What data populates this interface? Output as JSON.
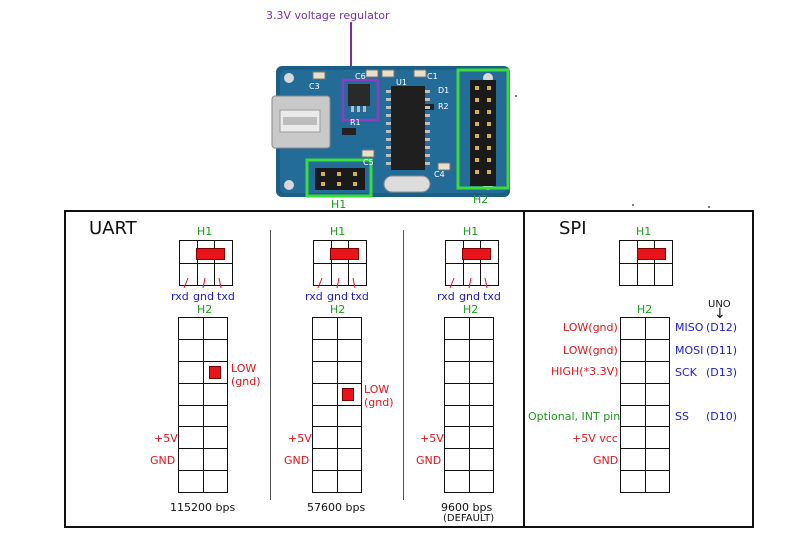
{
  "board": {
    "regulator_label": "3.3V voltage regulator",
    "silk": {
      "c3": "C3",
      "c6": "C6",
      "c1": "C1",
      "u1": "U1",
      "d1": "D1",
      "r2": "R2",
      "c5": "C5",
      "c4": "C4",
      "r1": "R1"
    },
    "h1_label": "H1",
    "h2_label": "H2"
  },
  "uart": {
    "title": "UART",
    "panels": [
      {
        "h1": "H1",
        "pins": [
          "rxd",
          "gnd",
          "txd"
        ],
        "h2": "H2",
        "low": "LOW",
        "gnd_paren": "(gnd)",
        "plus5": "+5V",
        "gnd": "GND",
        "speed": "115200 bps"
      },
      {
        "h1": "H1",
        "pins": [
          "rxd",
          "gnd",
          "txd"
        ],
        "h2": "H2",
        "low": "LOW",
        "gnd_paren": "(gnd)",
        "plus5": "+5V",
        "gnd": "GND",
        "speed": "57600 bps"
      },
      {
        "h1": "H1",
        "pins": [
          "rxd",
          "gnd",
          "txd"
        ],
        "h2": "H2",
        "plus5": "+5V",
        "gnd": "GND",
        "speed": "9600 bps",
        "default": "(DEFAULT)"
      }
    ]
  },
  "spi": {
    "title": "SPI",
    "h1": "H1",
    "h2": "H2",
    "uno": "UNO",
    "uno_arrow": "↓",
    "left": [
      "LOW(gnd)",
      "LOW(gnd)",
      "HIGH(*3.3V)",
      "Optional, INT pin",
      "+5V vcc",
      "GND"
    ],
    "right": [
      {
        "sig": "MISO",
        "pin": "(D12)"
      },
      {
        "sig": "MOSI",
        "pin": "(D11)"
      },
      {
        "sig": "SCK",
        "pin": "(D13)"
      },
      {
        "sig": "SS",
        "pin": "(D10)"
      }
    ]
  },
  "colors": {
    "red": "#e8131b",
    "green": "#1a9a1a",
    "blue": "#1a1ad0",
    "purple": "#7a2fa6",
    "board": "#1c5f86"
  }
}
